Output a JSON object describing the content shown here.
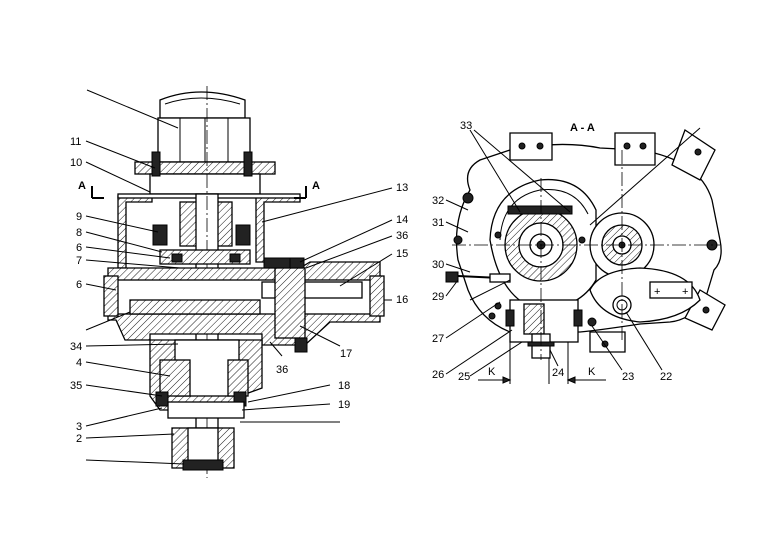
{
  "section_title": "A - A",
  "section_marks": [
    "A",
    "A"
  ],
  "left_view_labels": [
    "11",
    "10",
    "9",
    "8",
    "6",
    "7",
    "6",
    "34",
    "4",
    "35",
    "3",
    "2",
    "13",
    "14",
    "36",
    "15",
    "16",
    "17",
    "36",
    "18",
    "19"
  ],
  "right_view_labels": [
    "33",
    "32",
    "31",
    "30",
    "29",
    "27",
    "26",
    "25",
    "24",
    "23",
    "22"
  ],
  "dimension_labels": [
    "K",
    "K"
  ],
  "plate_symbols": [
    "+",
    "+"
  ]
}
